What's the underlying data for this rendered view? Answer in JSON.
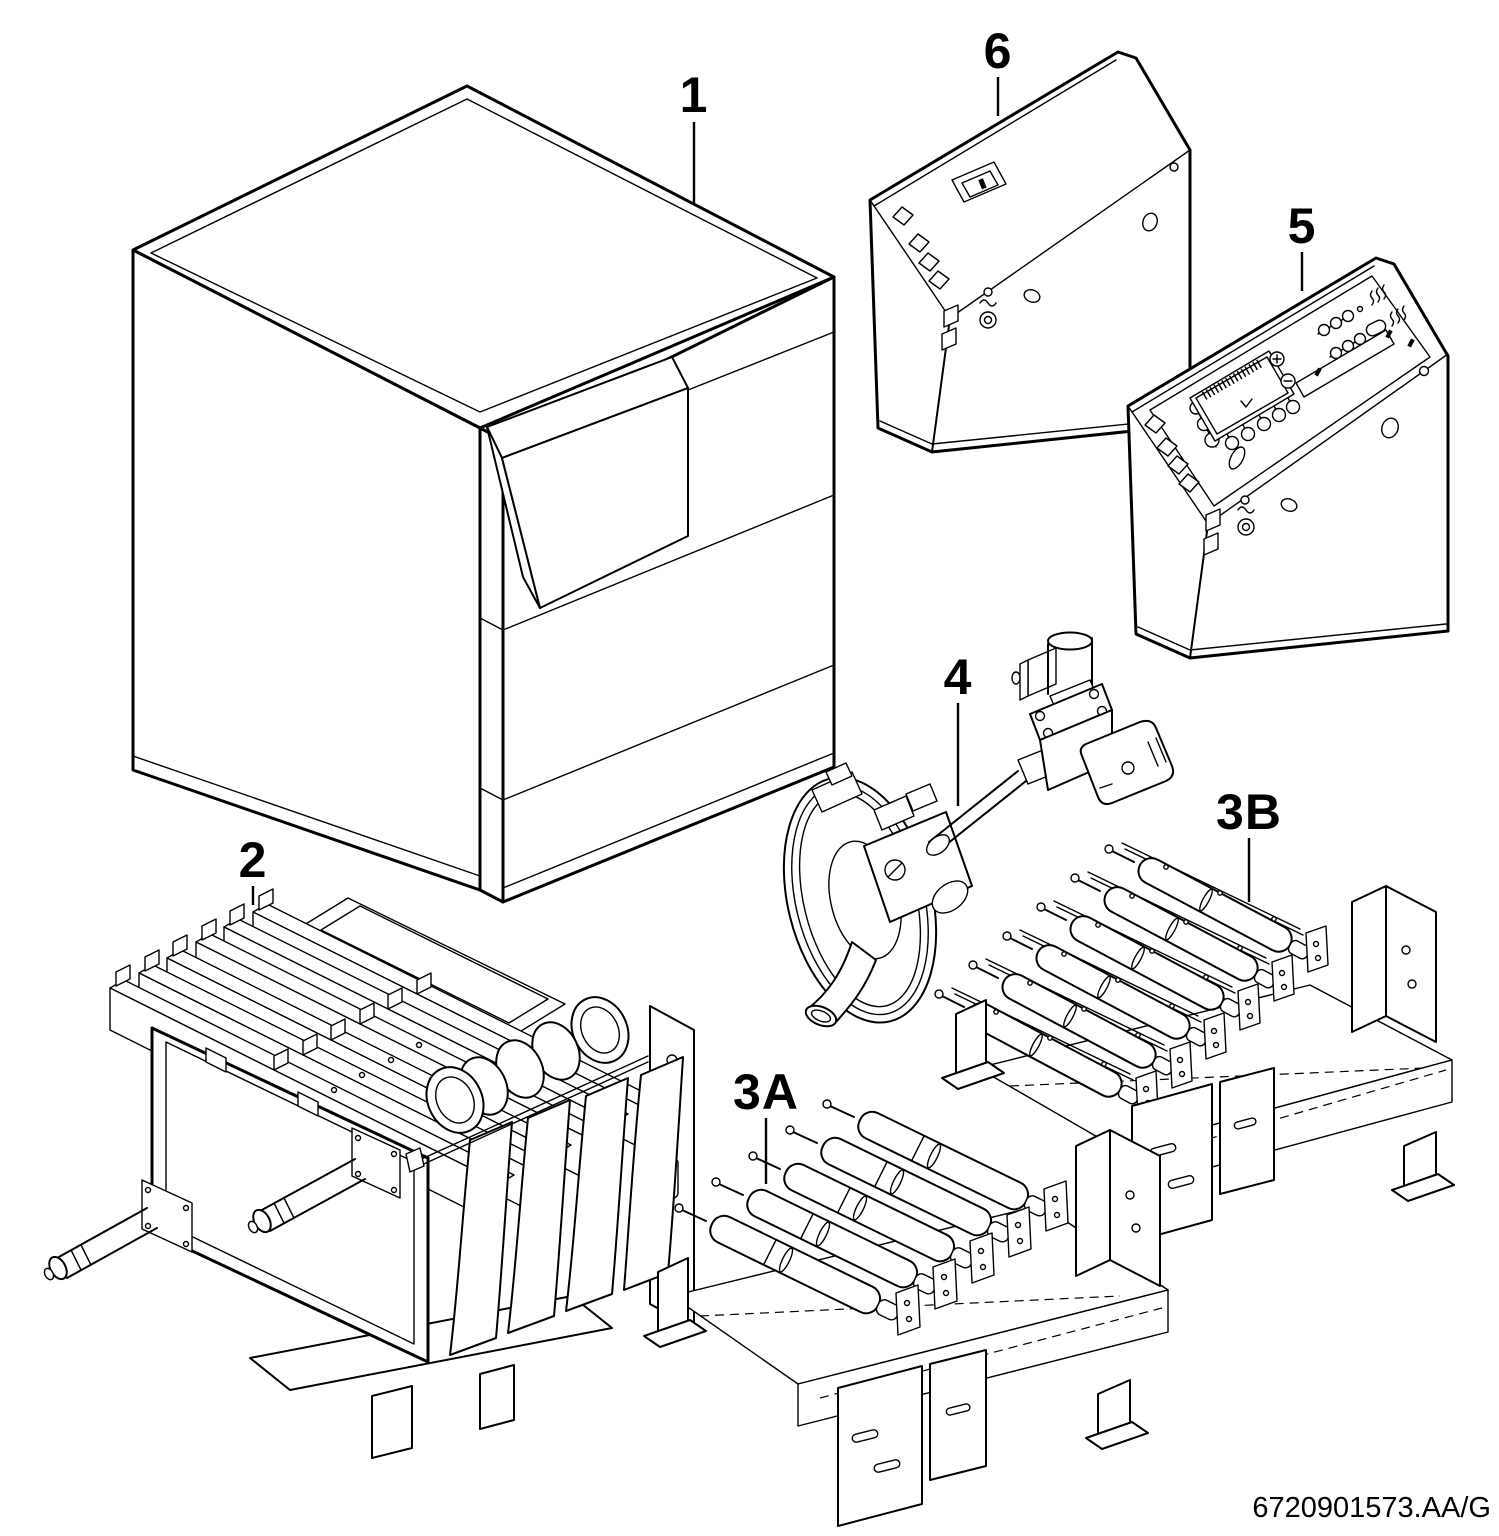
{
  "page": {
    "background": "#ffffff",
    "line_color": "#000000"
  },
  "callouts": [
    {
      "id": "part-1",
      "label": "1"
    },
    {
      "id": "part-2",
      "label": "2"
    },
    {
      "id": "part-3a",
      "label": "3A"
    },
    {
      "id": "part-3b",
      "label": "3B"
    },
    {
      "id": "part-4",
      "label": "4"
    },
    {
      "id": "part-5",
      "label": "5"
    },
    {
      "id": "part-6",
      "label": "6"
    }
  ],
  "footer": {
    "reference_number": "6720901573.AA/G"
  }
}
